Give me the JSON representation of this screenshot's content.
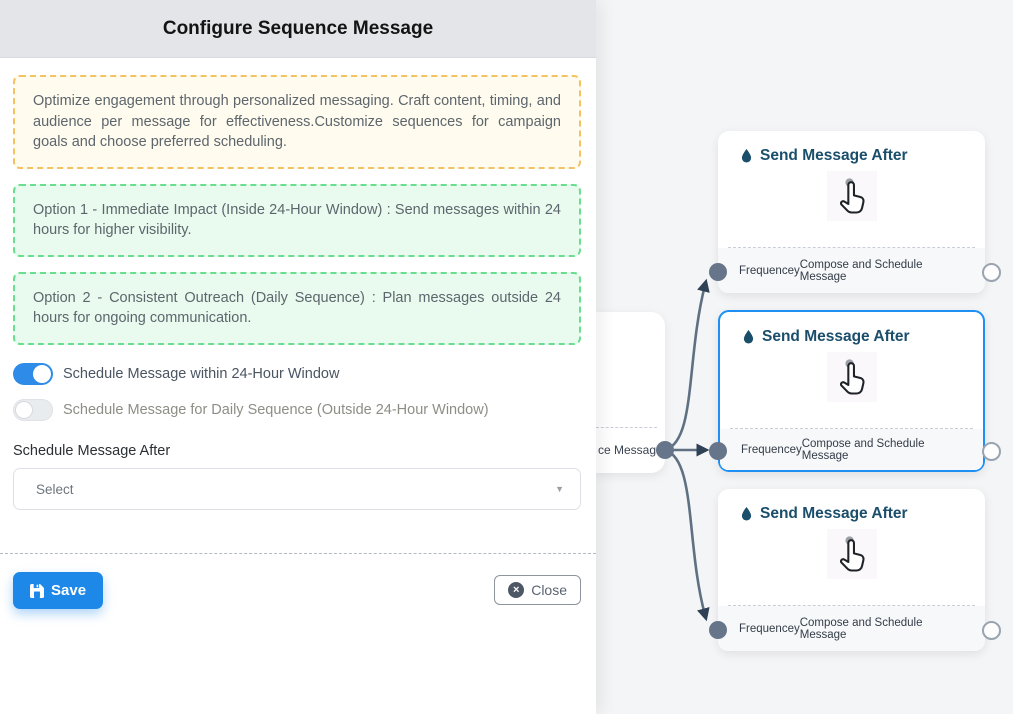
{
  "modal": {
    "title": "Configure Sequence Message",
    "info_text": "Optimize engagement through personalized messaging. Craft content, timing, and audience per message for effectiveness.Customize sequences for campaign goals and choose preferred scheduling.",
    "options": [
      {
        "text": "Option 1 - Immediate Impact (Inside 24-Hour Window) : Send messages within 24 hours for higher visibility."
      },
      {
        "text": "Option 2 - Consistent Outreach (Daily Sequence) : Plan messages outside 24 hours for ongoing communication."
      }
    ],
    "toggles": [
      {
        "label": "Schedule Message within 24-Hour Window",
        "state": "on"
      },
      {
        "label": "Schedule Message for Daily Sequence (Outside 24-Hour Window)",
        "state": "off"
      }
    ],
    "schedule_after_label": "Schedule Message After",
    "select_value": "Select",
    "buttons": {
      "save": "Save",
      "close": "Close"
    }
  },
  "flow": {
    "source_card": {
      "visible_text": "ce Message"
    },
    "nodes": [
      {
        "title": "Send Message After",
        "footer_left": "Frequencey",
        "footer_right": "Compose and Schedule Message",
        "selected": "false"
      },
      {
        "title": "Send Message After",
        "footer_left": "Frequencey",
        "footer_right": "Compose and Schedule Message",
        "selected": "true"
      },
      {
        "title": "Send Message After",
        "footer_left": "Frequencey",
        "footer_right": "Compose and Schedule Message",
        "selected": "false"
      }
    ]
  },
  "colors": {
    "accent_blue": "#1e88e8",
    "toggle_on": "#2e8be8",
    "selected_node_border": "#1e90f5",
    "info_border": "#f3c263",
    "info_bg": "#fffbee",
    "option_border": "#69de8e",
    "option_bg": "#e9fbef",
    "node_title": "#1a4e6b",
    "edge": "#5e7082",
    "right_panel_bg": "#f4f5f7",
    "header_bg": "#e3e5e9"
  }
}
